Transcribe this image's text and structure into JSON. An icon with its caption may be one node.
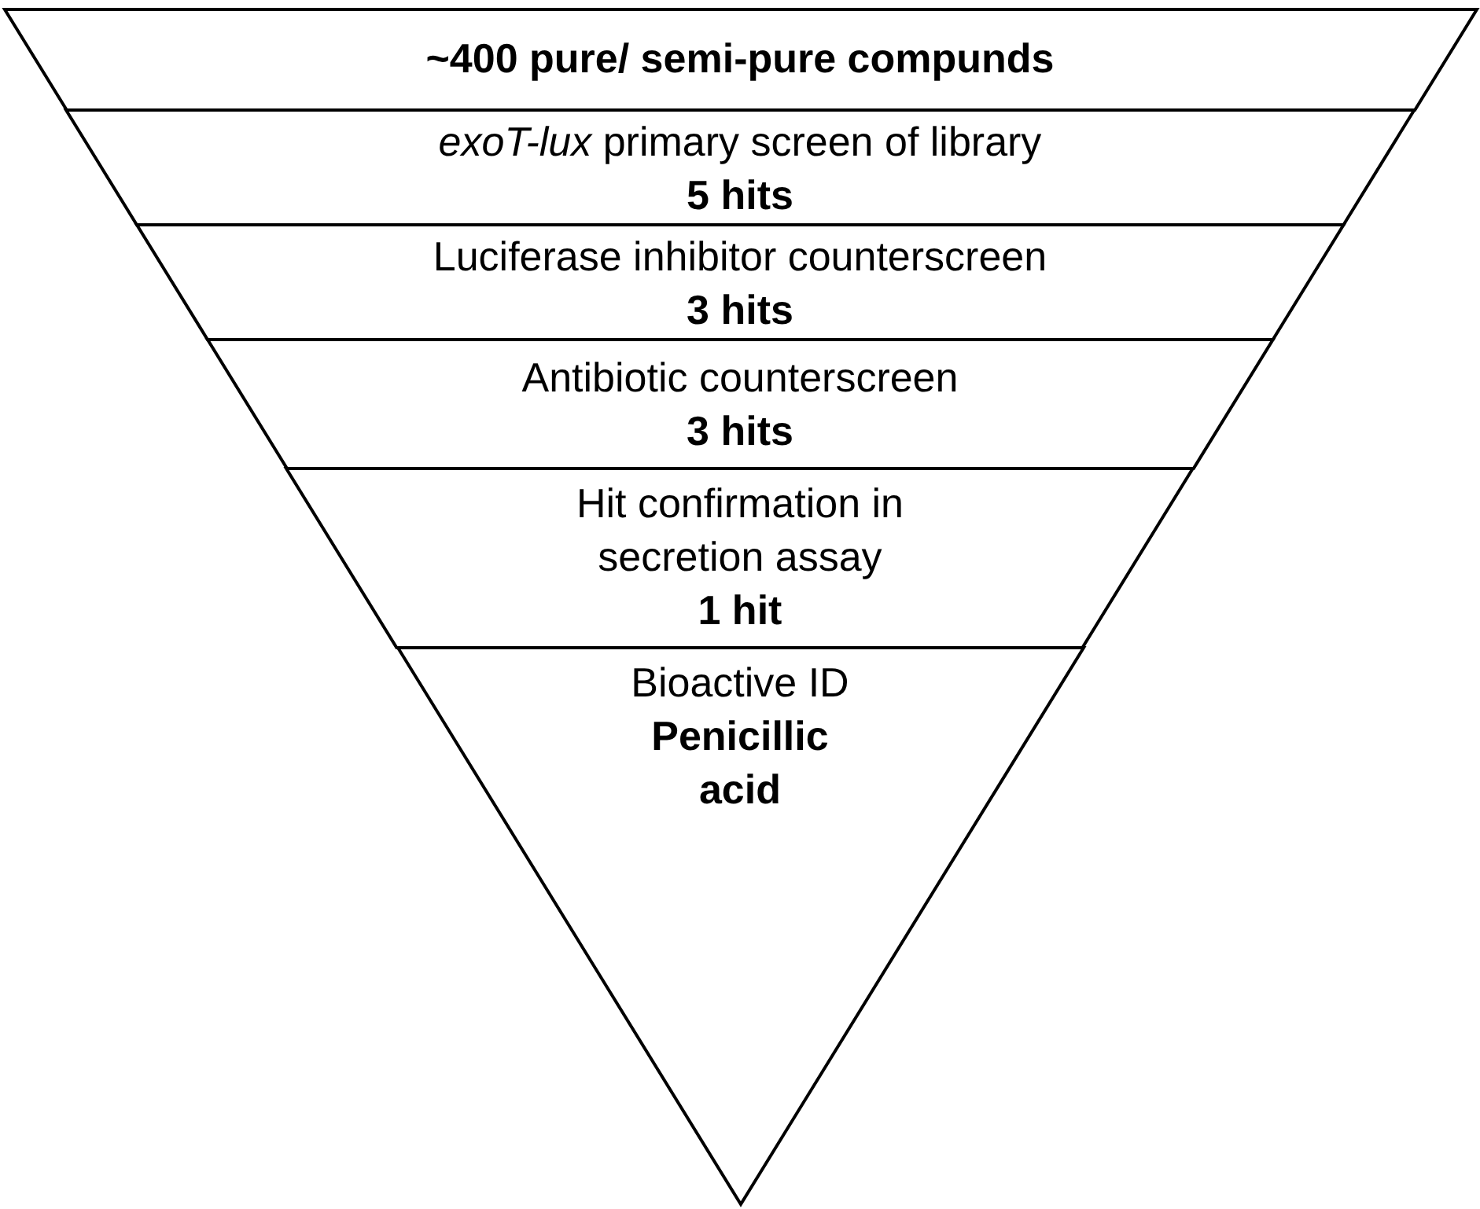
{
  "diagram": {
    "nodes": [
      {
        "text": [
          "~400 pure/ semi-pure compunds"
        ]
      },
      {
        "text": [
          "*exoT-lux* primary screen of library",
          "5 hits"
        ]
      },
      {
        "text": [
          "Luciferase inhibitor counterscreen",
          "3 hits"
        ]
      },
      {
        "text": [
          "Antibiotic counterscreen",
          "3 hits"
        ]
      },
      {
        "text": [
          "Hit confirmation in secretion assay",
          "1 hit"
        ]
      },
      {
        "text": [
          "Bioactive ID",
          "Penicillic acid"
        ]
      }
    ],
    "edges": []
  }
}
